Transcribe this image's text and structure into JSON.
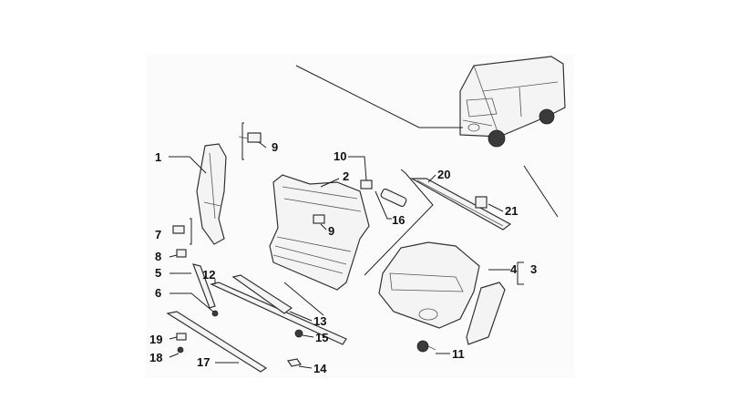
{
  "diagram": {
    "callouts": {
      "c1": "1",
      "c2": "2",
      "c3": "3",
      "c4": "4",
      "c5": "5",
      "c6": "6",
      "c7": "7",
      "c8": "8",
      "c9a": "9",
      "c9b": "9",
      "c10": "10",
      "c11": "11",
      "c12": "12",
      "c13": "13",
      "c14": "14",
      "c15": "15",
      "c16": "16",
      "c17": "17",
      "c18": "18",
      "c19": "19",
      "c20": "20",
      "c21": "21"
    }
  }
}
